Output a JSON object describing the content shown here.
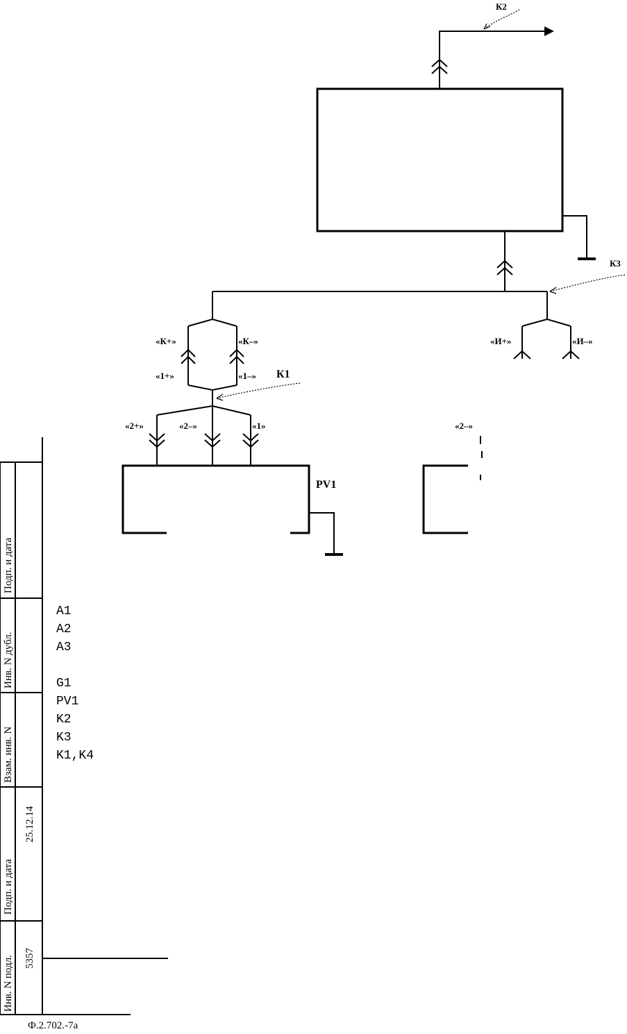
{
  "labels": {
    "k1": "К1",
    "k2": "К2",
    "k3": "К3",
    "pv1": "PV1",
    "k_plus": "«К+»",
    "k_minus": "«К–»",
    "d1_plus": "«1+»",
    "d1_minus": "«1–»",
    "d2_plus": "«2+»",
    "d2_minus": "«2–»",
    "d1": "«1»",
    "i_plus": "«И+»",
    "i_minus": "«И–»",
    "d2_minus_right": "«2–»"
  },
  "component_list": [
    "A1",
    "A2",
    "A3",
    "",
    "G1",
    "PV1",
    "K2",
    "K3",
    "K1,K4"
  ],
  "stamp": {
    "podp_data_1": "Подп.   и   дата",
    "inv_dubl": "Инв. N дубл.",
    "vzam_inv": "Взам. инв. N",
    "podp_data_2": "Подп.   и   дата",
    "date_value": "25.12.14",
    "inv_podl": "Инв. N подл.",
    "inv_podl_value": "5357"
  },
  "form_code": "Ф.2.702.-7а"
}
